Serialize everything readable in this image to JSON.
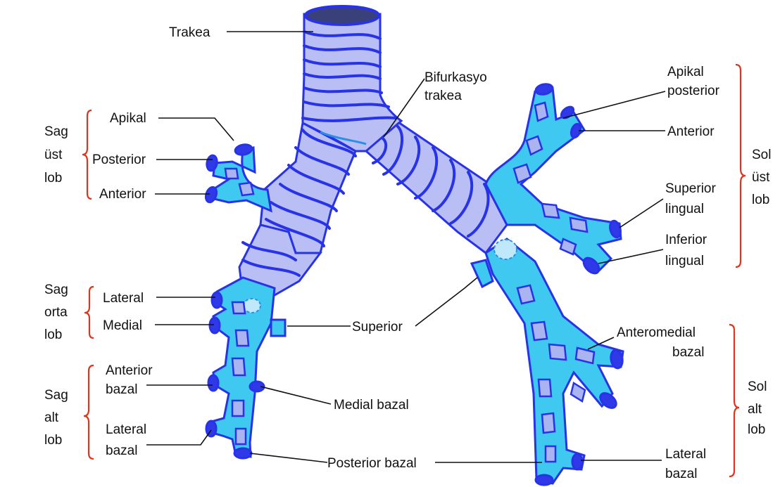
{
  "colors": {
    "airway_fill": "#b9bff4",
    "bronchus_fill": "#3fc8f0",
    "outline": "#2832e6",
    "brace": "#e0341c",
    "text": "#111111"
  },
  "labels": {
    "trachea": "Trakea",
    "bifurcation_1": "Bifurkasyo",
    "bifurcation_2": "trakea",
    "superior": "Superior",
    "medial_bazal": "Medial bazal",
    "posterior_bazal": "Posterior bazal",
    "right": {
      "upper_group": [
        "Sag",
        "üst",
        "lob"
      ],
      "apikal": "Apikal",
      "posterior": "Posterior",
      "anterior": "Anterior",
      "middle_group": [
        "Sag",
        "orta",
        "lob"
      ],
      "lateral": "Lateral",
      "medial": "Medial",
      "lower_group": [
        "Sag",
        "alt",
        "lob"
      ],
      "anterior_bazal": [
        "Anterior",
        "bazal"
      ],
      "lateral_bazal": [
        "Lateral",
        "bazal"
      ]
    },
    "left": {
      "apikal_posterior": [
        "Apikal",
        "posterior"
      ],
      "anterior": "Anterior",
      "superior_lingual": [
        "Superior",
        "lingual"
      ],
      "inferior_lingual": [
        "Inferior",
        "lingual"
      ],
      "upper_group": [
        "Sol",
        "üst",
        "lob"
      ],
      "anteromedial_bazal": [
        "Anteromedial",
        "bazal"
      ],
      "lateral_bazal": [
        "Lateral",
        "bazal"
      ],
      "lower_group": [
        "Sol",
        "alt",
        "lob"
      ]
    }
  }
}
